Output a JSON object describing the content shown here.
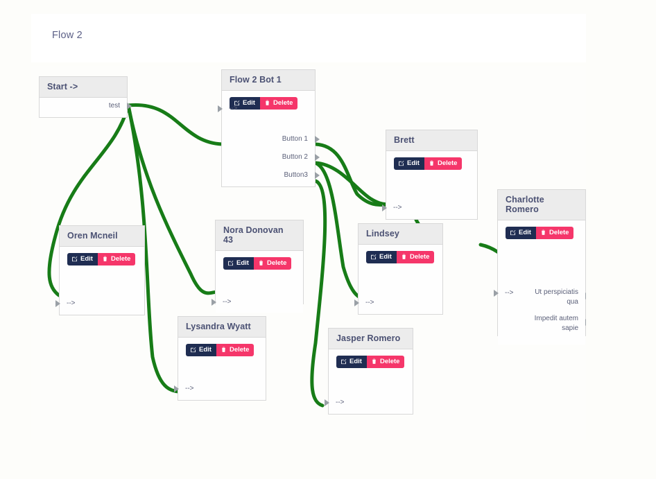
{
  "page": {
    "flow_title": "Flow 2",
    "link_color": "#177c17",
    "accent_edit": "#1f2d52",
    "accent_delete": "#f5366a",
    "node_header_bg": "#ececec",
    "canvas_bg": "#fdfdfb"
  },
  "actions": {
    "edit_label": "Edit",
    "delete_label": "Delete",
    "edit_icon": "pencil-square-icon",
    "delete_icon": "trash-icon"
  },
  "nodes": [
    {
      "id": "start",
      "title": "Start ->",
      "has_actions": false,
      "out_ports": [
        "test"
      ],
      "in_ports": []
    },
    {
      "id": "flow2bot1",
      "title": "Flow 2 Bot 1",
      "has_actions": true,
      "in_ports": [
        "-->"
      ],
      "out_ports": [
        "Button 1",
        "Button 2",
        "Button3"
      ]
    },
    {
      "id": "oren",
      "title": "Oren Mcneil",
      "has_actions": true,
      "in_ports": [
        "-->"
      ],
      "out_ports": []
    },
    {
      "id": "nora",
      "title": "Nora Donovan 43",
      "has_actions": true,
      "in_ports": [
        "-->"
      ],
      "out_ports": []
    },
    {
      "id": "lysandra",
      "title": "Lysandra Wyatt",
      "has_actions": true,
      "in_ports": [
        "-->"
      ],
      "out_ports": []
    },
    {
      "id": "brett",
      "title": "Brett",
      "has_actions": true,
      "in_ports": [
        "-->"
      ],
      "out_ports": []
    },
    {
      "id": "lindsey",
      "title": "Lindsey",
      "has_actions": true,
      "in_ports": [
        "-->"
      ],
      "out_ports": []
    },
    {
      "id": "jasper",
      "title": "Jasper Romero",
      "has_actions": true,
      "in_ports": [
        "-->"
      ],
      "out_ports": []
    },
    {
      "id": "charlotte",
      "title": "Charlotte Romero",
      "has_actions": true,
      "in_ports": [
        "-->"
      ],
      "out_ports": [
        "Ut perspiciatis qua",
        "Impedit autem sapie"
      ]
    }
  ],
  "node_titles": {
    "start": "Start ->",
    "flow2bot1": "Flow 2 Bot 1",
    "oren": "Oren Mcneil",
    "nora": "Nora Donovan 43",
    "lysandra": "Lysandra Wyatt",
    "brett": "Brett",
    "lindsey": "Lindsey",
    "jasper": "Jasper Romero",
    "charlotte": "Charlotte Romero"
  },
  "ports": {
    "start_test": "test",
    "arrow_in": "-->",
    "button1": "Button 1",
    "button2": "Button 2",
    "button3": "Button3",
    "charlotte_out1": "Ut perspiciatis qua",
    "charlotte_out2": "Impedit autem sapie"
  },
  "links": [
    {
      "from": "start.test",
      "to": "flow2bot1.in"
    },
    {
      "from": "start.test",
      "to": "oren.in"
    },
    {
      "from": "start.test",
      "to": "nora.in"
    },
    {
      "from": "start.test",
      "to": "lysandra.in"
    },
    {
      "from": "flow2bot1.button1",
      "to": "brett.in"
    },
    {
      "from": "flow2bot1.button2",
      "to": "brett.in"
    },
    {
      "from": "flow2bot1.button2",
      "to": "lindsey.in"
    },
    {
      "from": "flow2bot1.button3",
      "to": "jasper.in"
    },
    {
      "from": "brett.out",
      "to": "lindsey.in"
    },
    {
      "from": "lindsey.out",
      "to": "charlotte.in"
    }
  ]
}
